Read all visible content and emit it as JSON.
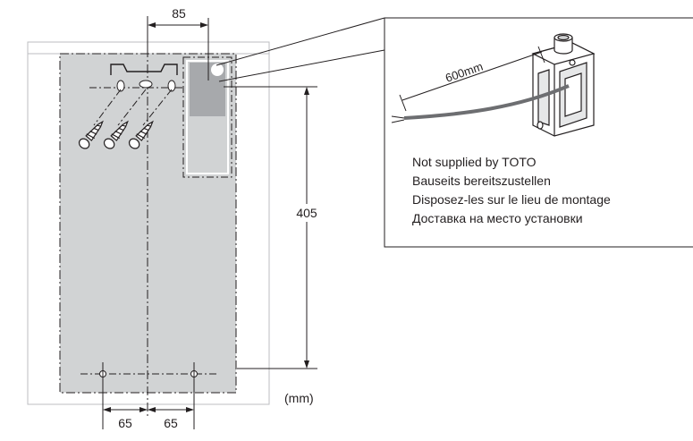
{
  "dimensions": {
    "bracket_spacing": "85",
    "height": "405",
    "left_spacing": "65",
    "right_spacing": "65"
  },
  "units_label": "(mm)",
  "cable_length": "600mm",
  "callout_lines": [
    "Not supplied by TOTO",
    "Bauseits bereitszustellen",
    "Disposez-les sur le lieu de montage",
    "Доставка на место установки"
  ],
  "colors": {
    "panel_fill": "#d1d3d4",
    "panel_dark": "#a7a9ac",
    "line": "#231f20",
    "outline": "#bcbec0"
  }
}
